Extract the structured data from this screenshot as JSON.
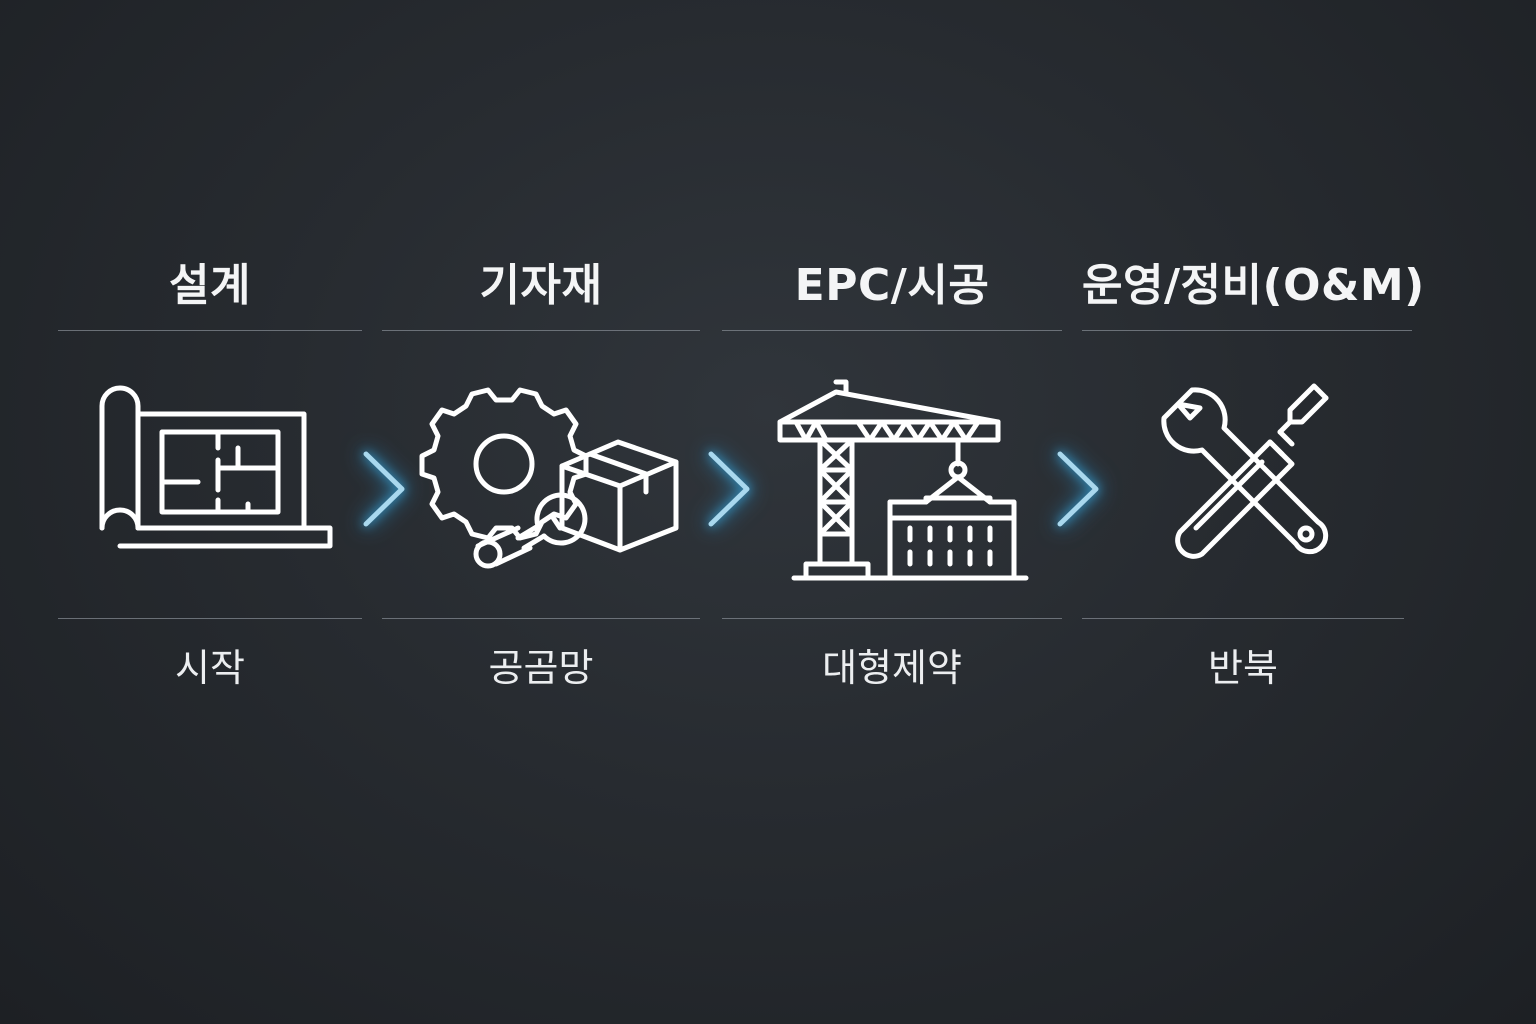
{
  "steps": [
    {
      "title": "설계",
      "subtitle": "시작",
      "icon": "blueprint-icon"
    },
    {
      "title": "기자재",
      "subtitle": "공곰망",
      "icon": "gear-box-wrench-icon"
    },
    {
      "title": "EPC/시공",
      "subtitle": "대형제약",
      "icon": "crane-building-icon"
    },
    {
      "title": "운영/정비(O&M)",
      "subtitle": "반북",
      "icon": "wrench-screwdriver-icon"
    }
  ],
  "connectors": [
    "chevron-right-icon",
    "chevron-right-icon",
    "chevron-right-icon"
  ],
  "colors": {
    "background": "#272b30",
    "text": "#f4f5f6",
    "divider": "#7c8289",
    "icon_stroke": "#ffffff",
    "chevron_glow": "#3aa3d6"
  }
}
